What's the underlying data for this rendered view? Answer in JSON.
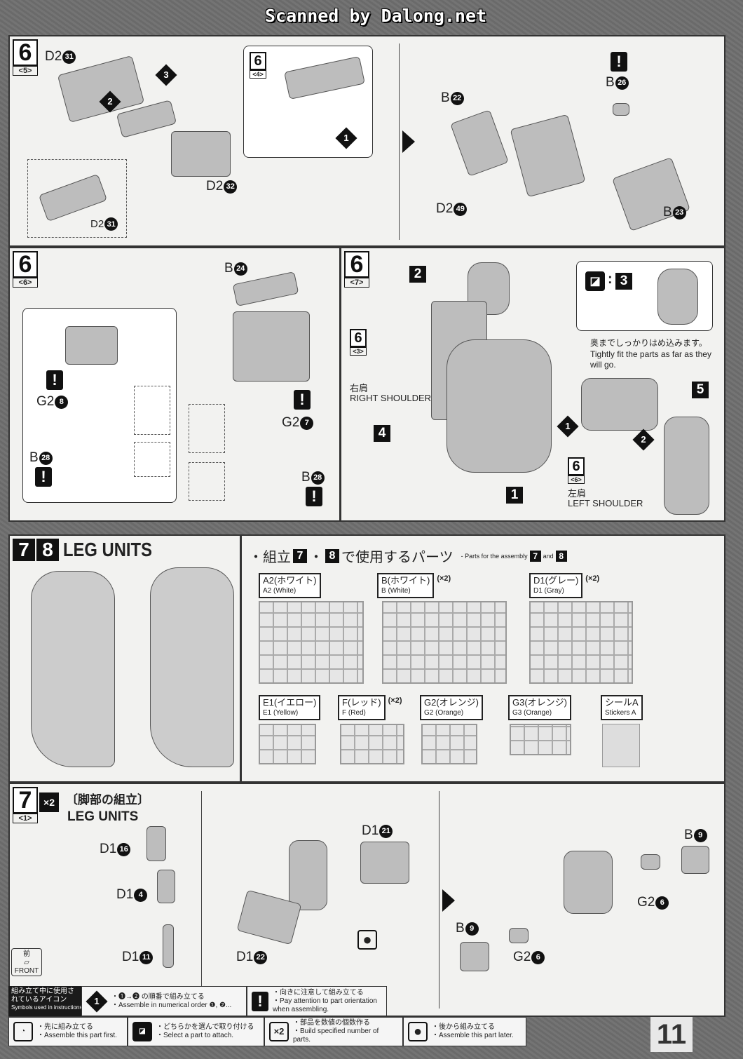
{
  "header": "Scanned by Dalong.net",
  "page_number": "11",
  "panel_6_5": {
    "step": "6",
    "sub": "<5>",
    "inset_step": "6",
    "inset_sub": "<4>",
    "orders": [
      "3",
      "2",
      "1"
    ],
    "labels": [
      {
        "l": "D2",
        "n": "31"
      },
      {
        "l": "D2",
        "n": "32"
      },
      {
        "l": "D2",
        "n": "31"
      }
    ]
  },
  "panel_6_5b": {
    "labels": [
      {
        "l": "B",
        "n": "26"
      },
      {
        "l": "B",
        "n": "22"
      },
      {
        "l": "D2",
        "n": "49"
      },
      {
        "l": "B",
        "n": "23"
      }
    ]
  },
  "panel_6_6": {
    "step": "6",
    "sub": "<6>",
    "labels": [
      {
        "l": "B",
        "n": "24"
      },
      {
        "l": "G2",
        "n": "8"
      },
      {
        "l": "B",
        "n": "28"
      },
      {
        "l": "G2",
        "n": "7"
      },
      {
        "l": "B",
        "n": "28"
      }
    ]
  },
  "panel_6_7": {
    "step": "6",
    "sub": "<7>",
    "callouts": [
      "2",
      "3",
      "4",
      "1",
      "5"
    ],
    "orders": [
      "1",
      "2"
    ],
    "right_shoulder": {
      "step": "6",
      "sub": "<3>",
      "jp": "右肩",
      "en": "RIGHT SHOULDER"
    },
    "left_shoulder": {
      "step": "6",
      "sub": "<6>",
      "jp": "左肩",
      "en": "LEFT SHOULDER"
    },
    "note_jp": "奥までしっかりはめ込みます。",
    "note_en": "Tightly fit the parts as far as they will go."
  },
  "leg_units": {
    "steps": [
      "7",
      "8"
    ],
    "title": "LEG UNITS"
  },
  "parts": {
    "title_jp_pre": "・組立",
    "step_a": "7",
    "dot": "・",
    "step_b": "8",
    "title_jp_post": "で使用するパーツ",
    "title_en": "- Parts for the assembly",
    "and": "and",
    "runners": [
      {
        "jp": "A2(ホワイト)",
        "en": "A2 (White)",
        "qty": ""
      },
      {
        "jp": "B(ホワイト)",
        "en": "B (White)",
        "qty": "(×2)"
      },
      {
        "jp": "D1(グレー)",
        "en": "D1 (Gray)",
        "qty": "(×2)"
      },
      {
        "jp": "E1(イエロー)",
        "en": "E1 (Yellow)",
        "qty": ""
      },
      {
        "jp": "F(レッド)",
        "en": "F (Red)",
        "qty": "(×2)"
      },
      {
        "jp": "G2(オレンジ)",
        "en": "G2 (Orange)",
        "qty": ""
      },
      {
        "jp": "G3(オレンジ)",
        "en": "G3 (Orange)",
        "qty": ""
      },
      {
        "jp": "シールA",
        "en": "Stickers A",
        "qty": ""
      }
    ]
  },
  "panel_7_1": {
    "step": "7",
    "sub": "<1>",
    "mult": "×2",
    "title_jp": "〔脚部の組立〕",
    "title_en": "LEG UNITS",
    "front_jp": "前",
    "front_en": "FRONT",
    "labels": [
      {
        "l": "D1",
        "n": "16"
      },
      {
        "l": "D1",
        "n": "4"
      },
      {
        "l": "D1",
        "n": "11"
      },
      {
        "l": "D1",
        "n": "21"
      },
      {
        "l": "D1",
        "n": "22"
      },
      {
        "l": "B",
        "n": "9"
      },
      {
        "l": "G2",
        "n": "6"
      },
      {
        "l": "B",
        "n": "9"
      },
      {
        "l": "G2",
        "n": "6"
      }
    ]
  },
  "legend": {
    "title_jp": "組み立て中に使用されているアイコン",
    "title_en": "Symbols used in instructions",
    "items": [
      {
        "icon": "numbered-diamond-icon",
        "glyph": "1",
        "jp": "・❶→❷ の順番で組み立てる",
        "en": "・Assemble in numerical order ❶, ❷..."
      },
      {
        "icon": "exclamation-icon",
        "glyph": "!",
        "jp": "・向きに注意して組み立てる",
        "en": "・Pay attention to part orientation when assembling."
      },
      {
        "icon": "assemble-first-icon",
        "glyph": "◔",
        "jp": "・先に組み立てる",
        "en": "・Assemble this part first."
      },
      {
        "icon": "select-part-icon",
        "glyph": "◪",
        "jp": "・どちらかを選んで取り付ける",
        "en": "・Select a part to attach."
      },
      {
        "icon": "multiply-icon",
        "glyph": "×2",
        "jp": "・部品を数値の個数作る",
        "en": "・Build specified number of parts."
      },
      {
        "icon": "assemble-later-icon",
        "glyph": "●",
        "jp": "・後から組み立てる",
        "en": "・Assemble this part later."
      }
    ]
  }
}
